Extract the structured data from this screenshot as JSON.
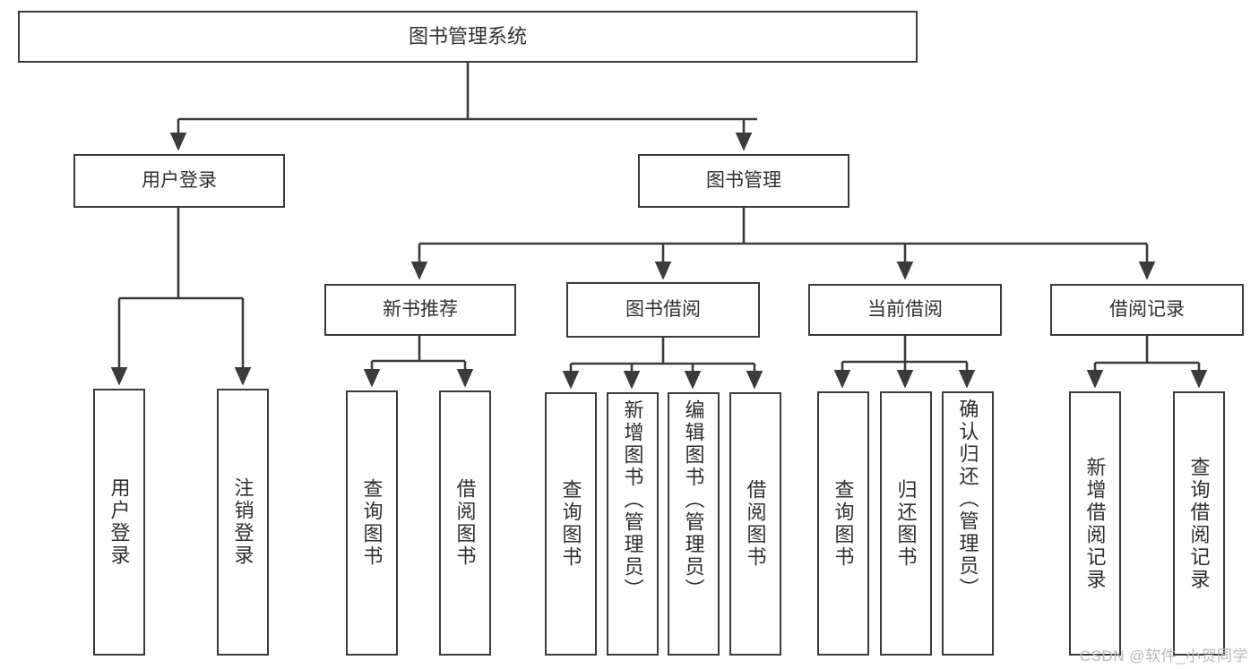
{
  "diagram": {
    "title": "图书管理系统",
    "watermark": "CSDN @软件_小贺同学",
    "root": {
      "label": "图书管理系统"
    },
    "level2": [
      {
        "label": "用户登录"
      },
      {
        "label": "图书管理"
      }
    ],
    "level3": [
      {
        "label": "新书推荐"
      },
      {
        "label": "图书借阅"
      },
      {
        "label": "当前借阅"
      },
      {
        "label": "借阅记录"
      }
    ],
    "leaves": {
      "user_login": [
        {
          "label": "用户登录"
        },
        {
          "label": "注销登录"
        }
      ],
      "new_book": [
        {
          "label": "查询图书"
        },
        {
          "label": "借阅图书"
        }
      ],
      "book_borrow": [
        {
          "label": "查询图书"
        },
        {
          "label": "新增图书（管理员）"
        },
        {
          "label": "编辑图书（管理员）"
        },
        {
          "label": "借阅图书"
        }
      ],
      "current_borrow": [
        {
          "label": "查询图书"
        },
        {
          "label": "归还图书"
        },
        {
          "label": "确认归还（管理员）"
        }
      ],
      "borrow_record": [
        {
          "label": "新增借阅记录"
        },
        {
          "label": "查询借阅记录"
        }
      ]
    }
  },
  "colors": {
    "box_border": "#3b3b3b",
    "box_fill": "#ffffff",
    "text": "#2f2f2f",
    "wire": "#3b3b3b",
    "watermark": "#b9b9b9",
    "background": "#ffffff"
  }
}
